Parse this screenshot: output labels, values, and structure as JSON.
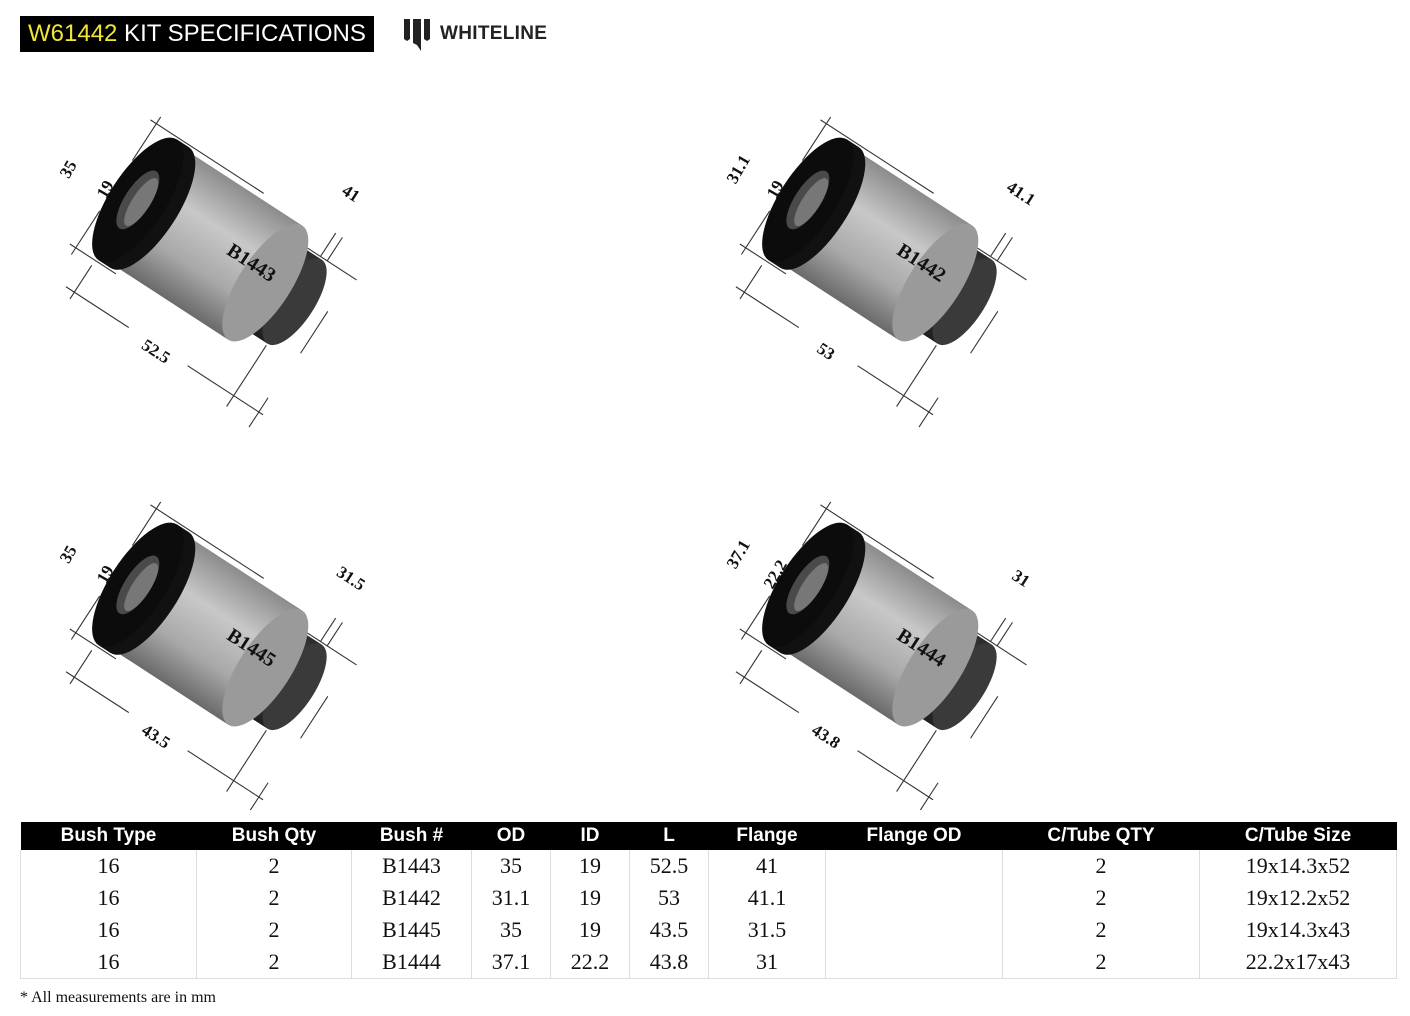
{
  "header": {
    "kit_code": "W61442",
    "title_rest": " KIT SPECIFICATIONS",
    "brand": "WHITELINE",
    "accent_color": "#f2e632"
  },
  "drawings": [
    {
      "part": "B1443",
      "od": "35",
      "id": "19",
      "flange": "41",
      "length": "52.5"
    },
    {
      "part": "B1442",
      "od": "31.1",
      "id": "19",
      "flange": "41.1",
      "length": "53"
    },
    {
      "part": "B1445",
      "od": "35",
      "id": "19",
      "flange": "31.5",
      "length": "43.5"
    },
    {
      "part": "B1444",
      "od": "37.1",
      "id": "22.2",
      "flange": "31",
      "length": "43.8"
    }
  ],
  "table": {
    "columns": [
      "Bush Type",
      "Bush Qty",
      "Bush #",
      "OD",
      "ID",
      "L",
      "Flange",
      "Flange OD",
      "C/Tube QTY",
      "C/Tube Size"
    ],
    "rows": [
      [
        "16",
        "2",
        "B1443",
        "35",
        "19",
        "52.5",
        "41",
        "",
        "2",
        "19x14.3x52"
      ],
      [
        "16",
        "2",
        "B1442",
        "31.1",
        "19",
        "53",
        "41.1",
        "",
        "2",
        "19x12.2x52"
      ],
      [
        "16",
        "2",
        "B1445",
        "35",
        "19",
        "43.5",
        "31.5",
        "",
        "2",
        "19x14.3x43"
      ],
      [
        "16",
        "2",
        "B1444",
        "37.1",
        "22.2",
        "43.8",
        "31",
        "",
        "2",
        "22.2x17x43"
      ]
    ]
  },
  "footnote": "* All measurements are in mm"
}
